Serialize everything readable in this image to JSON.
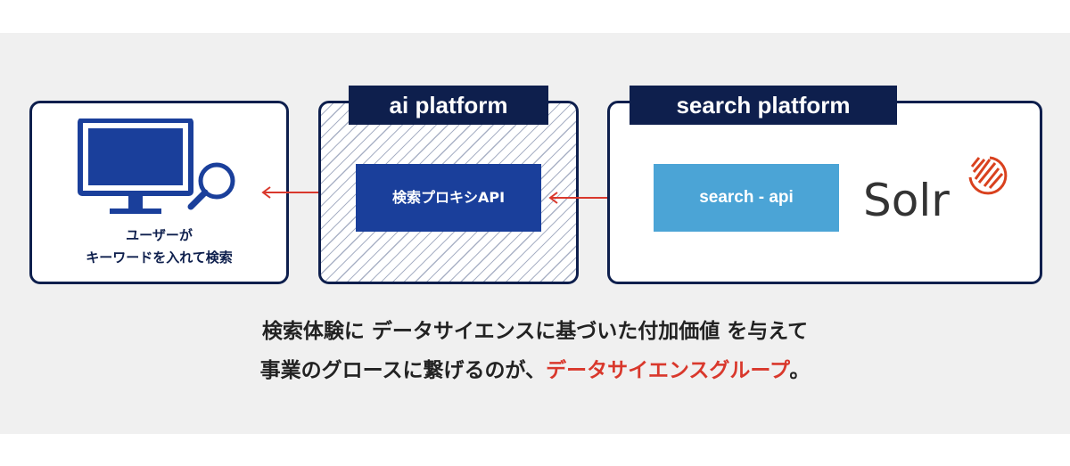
{
  "colors": {
    "navy": "#0e1f4d",
    "proxy_blue": "#1a3f9b",
    "api_blue": "#4ba4d6",
    "arrow_red": "#d9382c",
    "solr_orange": "#d9411e",
    "panel_gray": "#f0f0f0"
  },
  "icons": {
    "computer": "desktop-monitor-icon",
    "search": "magnifying-glass-icon",
    "arrows": "double-headed-arrow-icon"
  },
  "user_box": {
    "caption_line1": "ユーザーが",
    "caption_line2": "キーワードを入れて検索"
  },
  "ai_platform": {
    "tab_label": "ai platform",
    "proxy_label": "検索プロキシAPI"
  },
  "search_platform": {
    "tab_label": "search platform",
    "api_label": "search - api",
    "logo_text": "Solr"
  },
  "message": {
    "line1": "検索体験に データサイエンスに基づいた付加価値 を与えて",
    "line2_prefix": "事業のグロースに繋げるのが、",
    "line2_highlight": "データサイエンスグループ",
    "line2_suffix": "。"
  }
}
